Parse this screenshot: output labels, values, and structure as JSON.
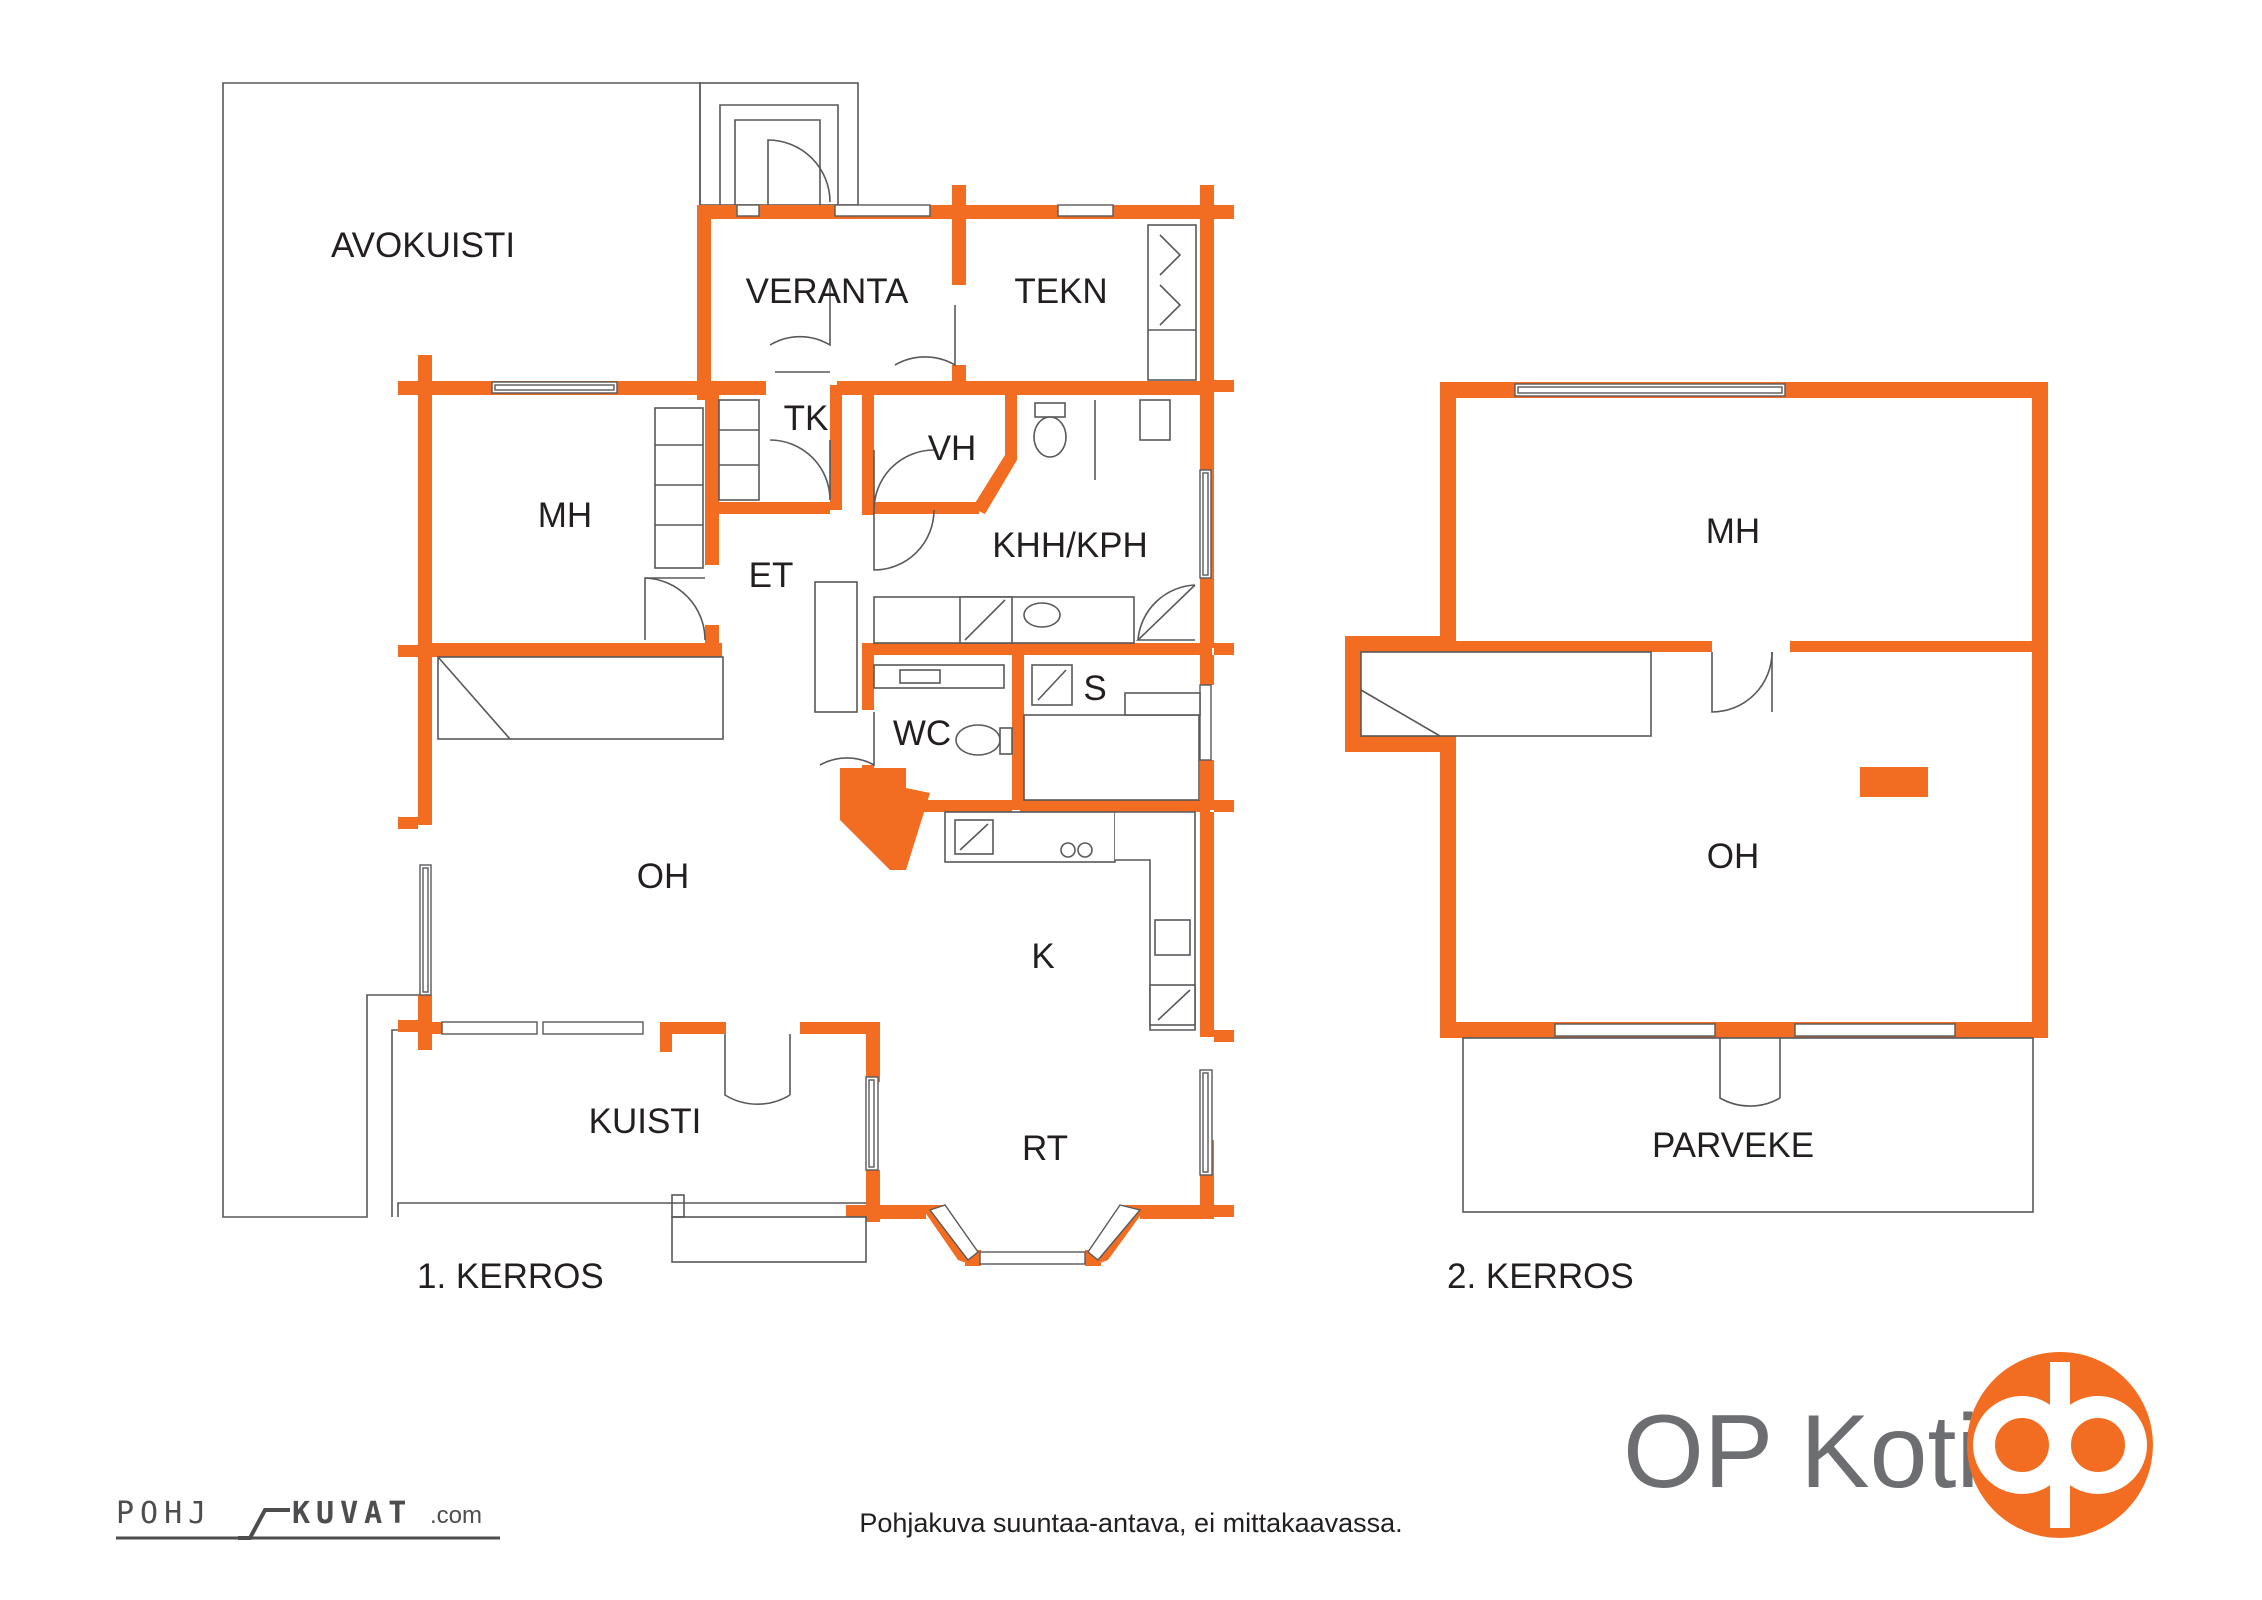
{
  "floor1": {
    "title": "1.  KERROS",
    "rooms": {
      "avokuisti": "AVOKUISTI",
      "veranta": "VERANTA",
      "tekn": "TEKN",
      "tk": "TK",
      "vh": "VH",
      "mh": "MH",
      "et": "ET",
      "khh_kph": "KHH/KPH",
      "s": "S",
      "wc": "WC",
      "oh": "OH",
      "k": "K",
      "kuisti": "KUISTI",
      "rt": "RT"
    }
  },
  "floor2": {
    "title": "2. KERROS",
    "rooms": {
      "mh": "MH",
      "oh": "OH",
      "parveke": "PARVEKE"
    }
  },
  "footer": {
    "brand": "OP Koti",
    "disclaimer": "Pohjakuva suuntaa-antava, ei mittakaavassa.",
    "watermark_left": "POHJ",
    "watermark_right": "KUVAT",
    "watermark_domain": ".com"
  },
  "colors": {
    "wall": "#f26d21",
    "line": "#58595b",
    "text": "#231f20",
    "brand_text": "#6d6e71"
  }
}
